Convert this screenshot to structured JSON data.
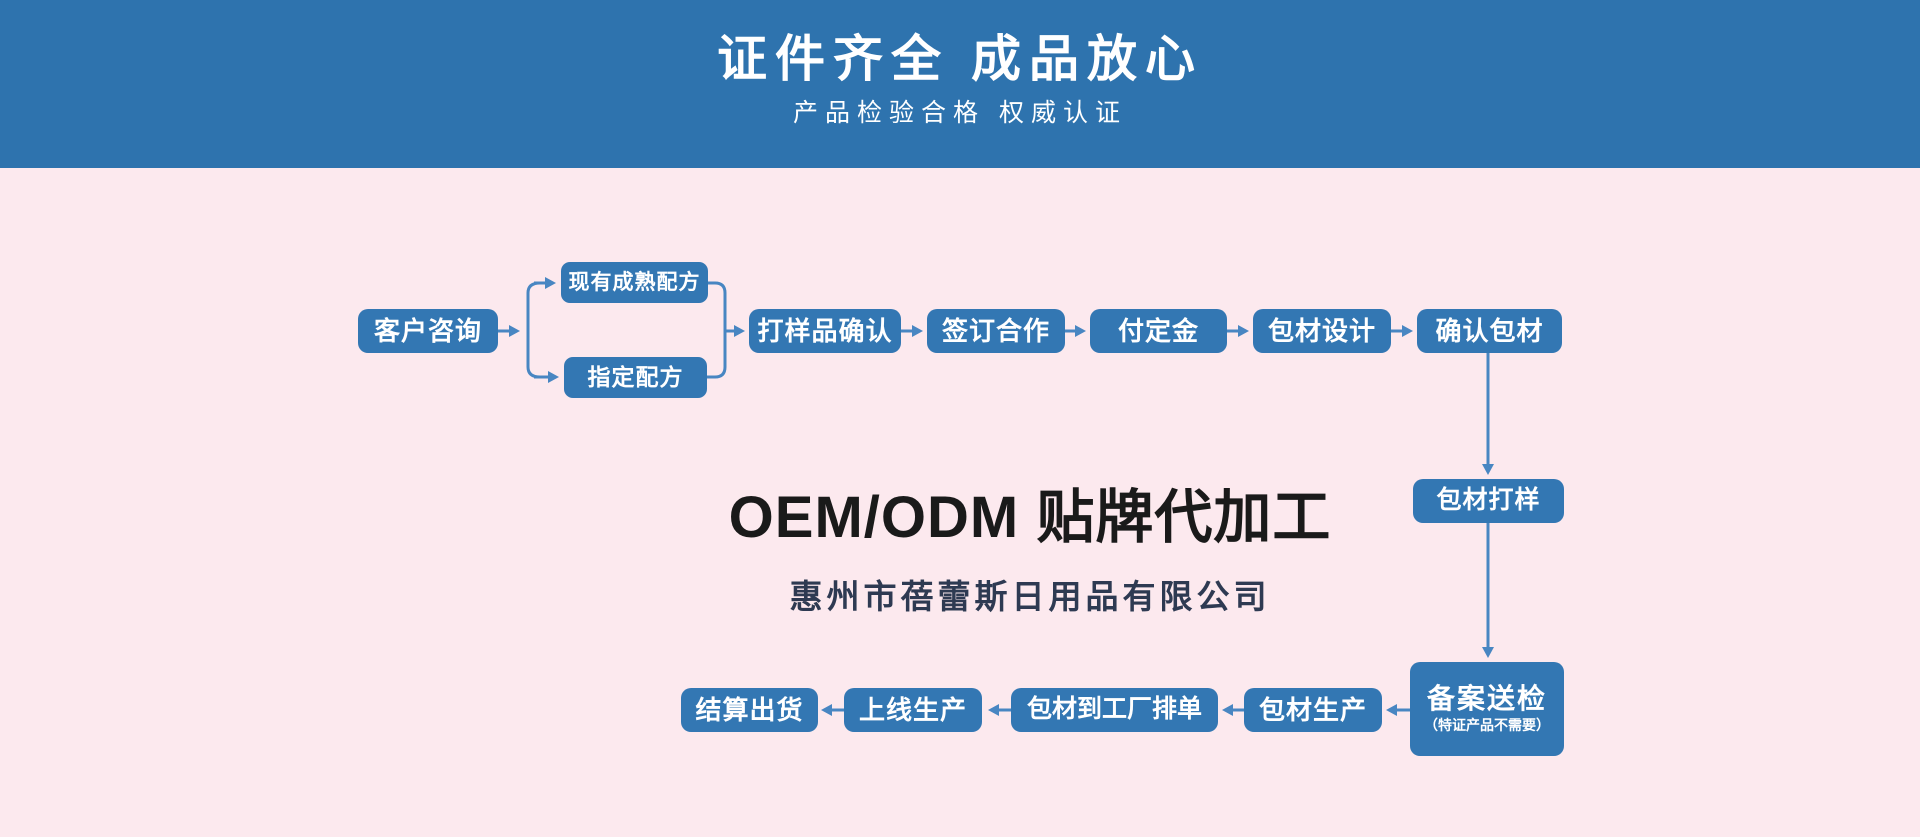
{
  "banner": {
    "title": "证件齐全 成品放心",
    "subtitle": "产品检验合格 权威认证",
    "background_color": "#2e73ae",
    "text_color": "#ffffff"
  },
  "center": {
    "title": "OEM/ODM 贴牌代加工",
    "company": "惠州市蓓蕾斯日用品有限公司",
    "title_color": "#1a1a1a",
    "company_color": "#2e3a52"
  },
  "flowchart": {
    "node_color": "#3377b3",
    "line_color": "#4886c2",
    "node_text_color": "#ffffff",
    "background_color": "#fce9ee",
    "nodes": [
      {
        "id": "customer-inquiry",
        "label": "客户咨询"
      },
      {
        "id": "existing-mature-formula",
        "label": "现有成熟配方"
      },
      {
        "id": "assigned-formula",
        "label": "指定配方"
      },
      {
        "id": "sample-confirmation",
        "label": "打样品确认"
      },
      {
        "id": "sign-cooperation",
        "label": "签订合作"
      },
      {
        "id": "pay-deposit",
        "label": "付定金"
      },
      {
        "id": "packaging-design",
        "label": "包材设计"
      },
      {
        "id": "confirm-packaging",
        "label": "确认包材"
      },
      {
        "id": "packaging-sampling",
        "label": "包材打样"
      },
      {
        "id": "filing-and-inspection",
        "label": "备案送检",
        "sublabel": "（特证产品不需要）"
      },
      {
        "id": "packaging-production",
        "label": "包材生产"
      },
      {
        "id": "packaging-to-factory-scheduling",
        "label": "包材到工厂排单"
      },
      {
        "id": "online-production",
        "label": "上线生产"
      },
      {
        "id": "settlement-and-shipment",
        "label": "结算出货"
      }
    ],
    "edges": [
      [
        "客户咨询",
        "现有成熟配方"
      ],
      [
        "客户咨询",
        "指定配方"
      ],
      [
        "现有成熟配方",
        "打样品确认"
      ],
      [
        "指定配方",
        "打样品确认"
      ],
      [
        "打样品确认",
        "签订合作"
      ],
      [
        "签订合作",
        "付定金"
      ],
      [
        "付定金",
        "包材设计"
      ],
      [
        "包材设计",
        "确认包材"
      ],
      [
        "确认包材",
        "包材打样"
      ],
      [
        "包材打样",
        "备案送检"
      ],
      [
        "备案送检",
        "包材生产"
      ],
      [
        "包材生产",
        "包材到工厂排单"
      ],
      [
        "包材到工厂排单",
        "上线生产"
      ],
      [
        "上线生产",
        "结算出货"
      ]
    ]
  }
}
